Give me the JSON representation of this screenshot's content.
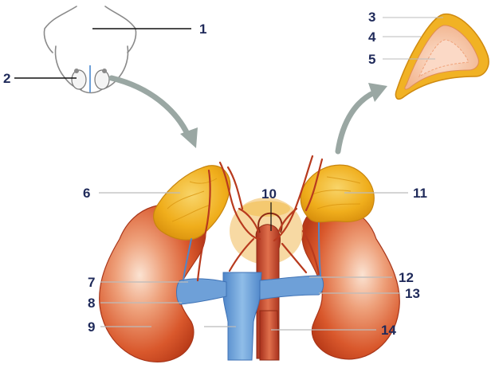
{
  "labels": {
    "l1": "1",
    "l2": "2",
    "l3": "3",
    "l4": "4",
    "l5": "5",
    "l6": "6",
    "l7": "7",
    "l8": "8",
    "l9": "9",
    "l10": "10",
    "l11": "11",
    "l12": "12",
    "l13": "13",
    "l14": "14"
  },
  "colors": {
    "kidney": "#d8552a",
    "adrenal": "#f2b21a",
    "vena_cava": "#6ea0d8",
    "aorta": "#c9452a",
    "leader_line": "#111111",
    "label_text": "#1f2a5a"
  },
  "icons": [
    "body-outline-icon",
    "curved-arrow-icon"
  ]
}
